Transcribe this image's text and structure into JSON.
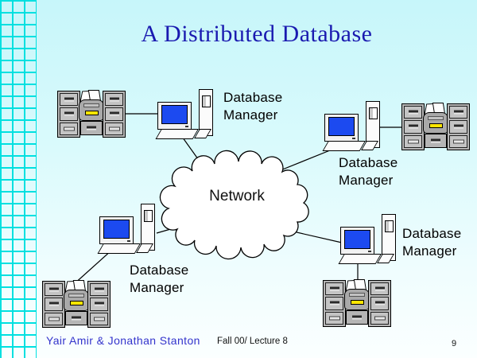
{
  "slide": {
    "title": "A Distributed Database",
    "footer": {
      "authors": "Yair Amir & Jonathan Stanton",
      "course": "Fall 00/ Lecture 8",
      "page_number": "9"
    }
  },
  "diagram": {
    "cloud_label": "Network",
    "nodes": [
      {
        "id": "top-left",
        "label": "Database Manager"
      },
      {
        "id": "top-right",
        "label": "Database Manager"
      },
      {
        "id": "bottom-left",
        "label": "Database Manager"
      },
      {
        "id": "bottom-right",
        "label": "Database Manager"
      }
    ]
  },
  "colors": {
    "title_blue": "#1a1ab0",
    "footer_blue": "#3333cc",
    "screen_blue": "#1c4af0",
    "grid_cyan": "#00e0e0",
    "slot_yellow": "#ffe600",
    "cabinet_gray": "#b5b5b5"
  }
}
